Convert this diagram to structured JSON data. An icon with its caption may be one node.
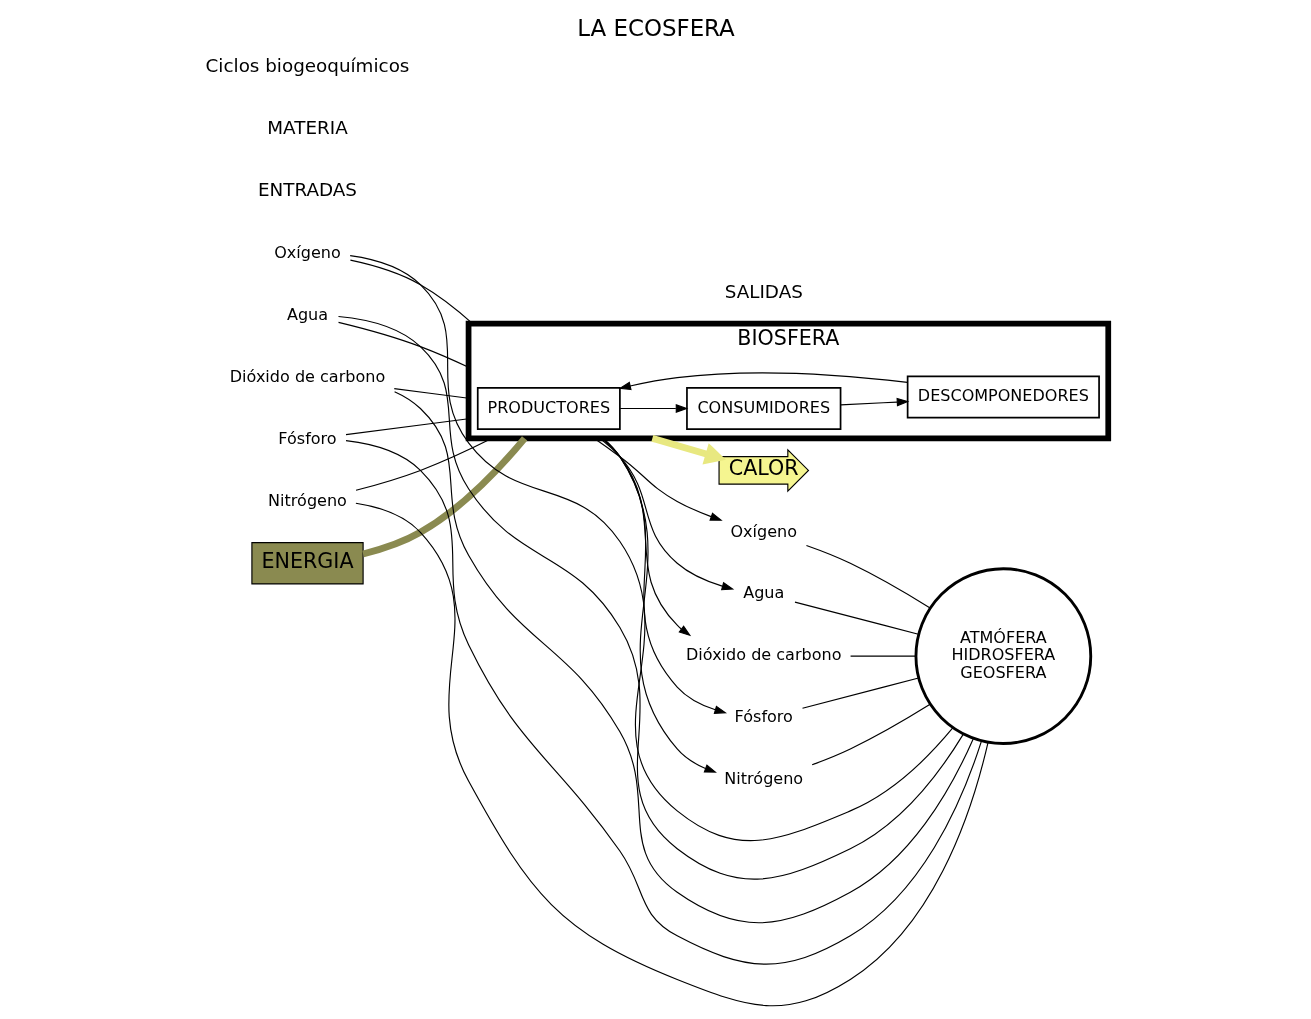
{
  "diagram": {
    "title": "LA ECOSFERA",
    "nodes": [
      {
        "text": [
          "BIOSFERA"
        ]
      },
      {
        "text": [
          "PRODUCTORES"
        ],
        "in": 0
      },
      {
        "text": [
          "CONSUMIDORES"
        ],
        "in": 0
      },
      {
        "text": [
          "DESCOMPONEDORES"
        ],
        "in": 0
      },
      {
        "text": [
          "ENERGIA"
        ]
      },
      {
        "text": [
          "CALOR"
        ]
      },
      {
        "text": [
          "Oxígeno"
        ]
      },
      {
        "text": [
          "Agua"
        ]
      },
      {
        "text": [
          "Dióxido de carbono"
        ]
      },
      {
        "text": [
          "Fósforo"
        ]
      },
      {
        "text": [
          "Nitrógeno"
        ]
      },
      {
        "text": [
          "Oxígeno"
        ]
      },
      {
        "text": [
          "Agua"
        ]
      },
      {
        "text": [
          "Dióxido de carbono"
        ]
      },
      {
        "text": [
          "Fósforo"
        ]
      },
      {
        "text": [
          "Nitrógeno"
        ]
      },
      {
        "text": [
          "ATMÓFERA",
          "HIDROSFERA",
          "GEOSFERA"
        ]
      }
    ],
    "edges": [
      {
        "from": 4,
        "to": 0,
        "arrow": "none",
        "style": "thick",
        "color": "#8a8a50"
      },
      {
        "from": 0,
        "to": 5,
        "arrow": "to",
        "style": "thick",
        "color": "#e8e880"
      },
      {
        "from": 6,
        "to": 0,
        "arrow": "none"
      },
      {
        "from": 7,
        "to": 0,
        "arrow": "none"
      },
      {
        "from": 8,
        "to": 0,
        "arrow": "none"
      },
      {
        "from": 9,
        "to": 0,
        "arrow": "none"
      },
      {
        "from": 10,
        "to": 0,
        "arrow": "none"
      },
      {
        "from": 1,
        "to": 2,
        "arrow": "to"
      },
      {
        "from": 2,
        "to": 3,
        "arrow": "to"
      },
      {
        "from": 3,
        "to": 1,
        "arrow": "to"
      },
      {
        "from": 0,
        "to": 11,
        "arrow": "to"
      },
      {
        "from": 0,
        "to": 12,
        "arrow": "to"
      },
      {
        "from": 0,
        "to": 13,
        "arrow": "to"
      },
      {
        "from": 0,
        "to": 14,
        "arrow": "to"
      },
      {
        "from": 0,
        "to": 15,
        "arrow": "to"
      },
      {
        "from": 11,
        "to": 16,
        "arrow": "none"
      },
      {
        "from": 12,
        "to": 16,
        "arrow": "none"
      },
      {
        "from": 13,
        "to": 16,
        "arrow": "none"
      },
      {
        "from": 14,
        "to": 16,
        "arrow": "none"
      },
      {
        "from": 15,
        "to": 16,
        "arrow": "none"
      },
      {
        "from": 16,
        "to": 6,
        "arrow": "none"
      },
      {
        "from": 16,
        "to": 7,
        "arrow": "none"
      },
      {
        "from": 16,
        "to": 8,
        "arrow": "none"
      },
      {
        "from": 16,
        "to": 9,
        "arrow": "none"
      },
      {
        "from": 16,
        "to": 10,
        "arrow": "none"
      }
    ],
    "labels": [
      "ENTRADAS",
      "SALIDAS",
      "MATERIA",
      "Ciclos biogeoquímicos"
    ]
  }
}
